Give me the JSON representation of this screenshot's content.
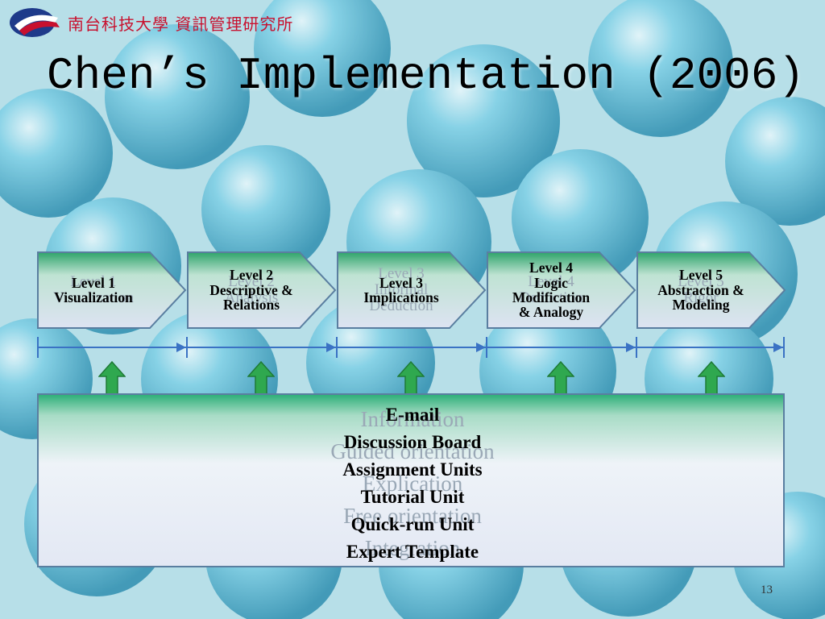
{
  "header": {
    "school_name": "南台科技大學 資訊管理研究所",
    "title": "Chen’s Implementation (2006)"
  },
  "levels": [
    {
      "ghost": [
        "Level 1",
        "Visualization"
      ],
      "main": [
        "Level 1",
        "Visualization"
      ]
    },
    {
      "ghost": [
        "Level 2",
        "Analysis"
      ],
      "main": [
        "Level 2",
        "Descriptive &",
        "Relations"
      ]
    },
    {
      "ghost": [
        "Level 3",
        "Informal",
        "Deduction"
      ],
      "main": [
        "Level 3",
        "Implications"
      ]
    },
    {
      "ghost": [
        "Level 4",
        "Deduction"
      ],
      "main": [
        "Level 4",
        "Logic",
        "Modification",
        "& Analogy"
      ]
    },
    {
      "ghost": [
        "Level 5",
        "Rigor"
      ],
      "main": [
        "Level 5",
        "Abstraction &",
        "Modeling"
      ]
    }
  ],
  "phases_ghost": [
    "Information",
    "Guided orientation",
    "Explication",
    "Free orientation",
    "Integration"
  ],
  "tools": [
    "E-mail",
    "Discussion Board",
    "Assignment Units",
    "Tutorial Unit",
    "Quick-run Unit",
    "Expert Template"
  ],
  "page_number": "13",
  "colors": {
    "box_top": "#2ea46a",
    "box_bottom": "#dde3f2",
    "axis": "#3a72c4",
    "arrow": "#2fa84f",
    "school": "#c8102e"
  }
}
